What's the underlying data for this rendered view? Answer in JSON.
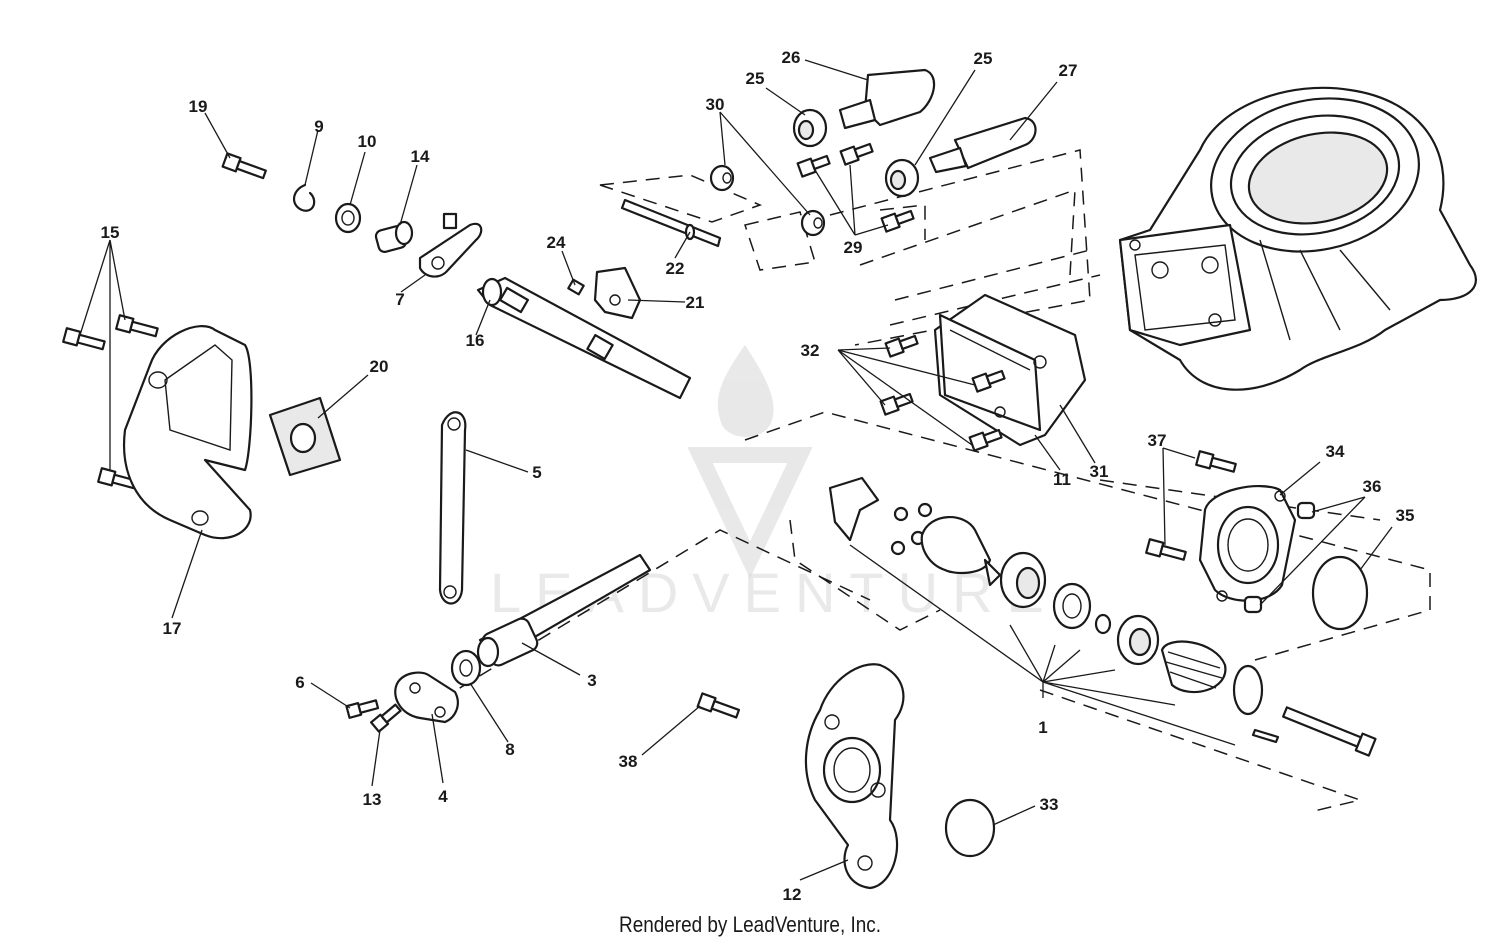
{
  "watermark": {
    "text": "LEADVENTURE"
  },
  "credit": "Rendered by LeadVenture, Inc.",
  "callouts": [
    {
      "id": "c1",
      "label": "1"
    },
    {
      "id": "c3",
      "label": "3"
    },
    {
      "id": "c4",
      "label": "4"
    },
    {
      "id": "c5",
      "label": "5"
    },
    {
      "id": "c6",
      "label": "6"
    },
    {
      "id": "c7",
      "label": "7"
    },
    {
      "id": "c8",
      "label": "8"
    },
    {
      "id": "c9",
      "label": "9"
    },
    {
      "id": "c10",
      "label": "10"
    },
    {
      "id": "c11",
      "label": "11"
    },
    {
      "id": "c12",
      "label": "12"
    },
    {
      "id": "c13",
      "label": "13"
    },
    {
      "id": "c14",
      "label": "14"
    },
    {
      "id": "c15",
      "label": "15"
    },
    {
      "id": "c16",
      "label": "16"
    },
    {
      "id": "c17",
      "label": "17"
    },
    {
      "id": "c19",
      "label": "19"
    },
    {
      "id": "c20",
      "label": "20"
    },
    {
      "id": "c21",
      "label": "21"
    },
    {
      "id": "c22",
      "label": "22"
    },
    {
      "id": "c24",
      "label": "24"
    },
    {
      "id": "c25a",
      "label": "25"
    },
    {
      "id": "c25b",
      "label": "25"
    },
    {
      "id": "c26",
      "label": "26"
    },
    {
      "id": "c27",
      "label": "27"
    },
    {
      "id": "c29",
      "label": "29"
    },
    {
      "id": "c30",
      "label": "30"
    },
    {
      "id": "c31",
      "label": "31"
    },
    {
      "id": "c32",
      "label": "32"
    },
    {
      "id": "c33",
      "label": "33"
    },
    {
      "id": "c34",
      "label": "34"
    },
    {
      "id": "c35",
      "label": "35"
    },
    {
      "id": "c36",
      "label": "36"
    },
    {
      "id": "c37",
      "label": "37"
    },
    {
      "id": "c38",
      "label": "38"
    }
  ]
}
